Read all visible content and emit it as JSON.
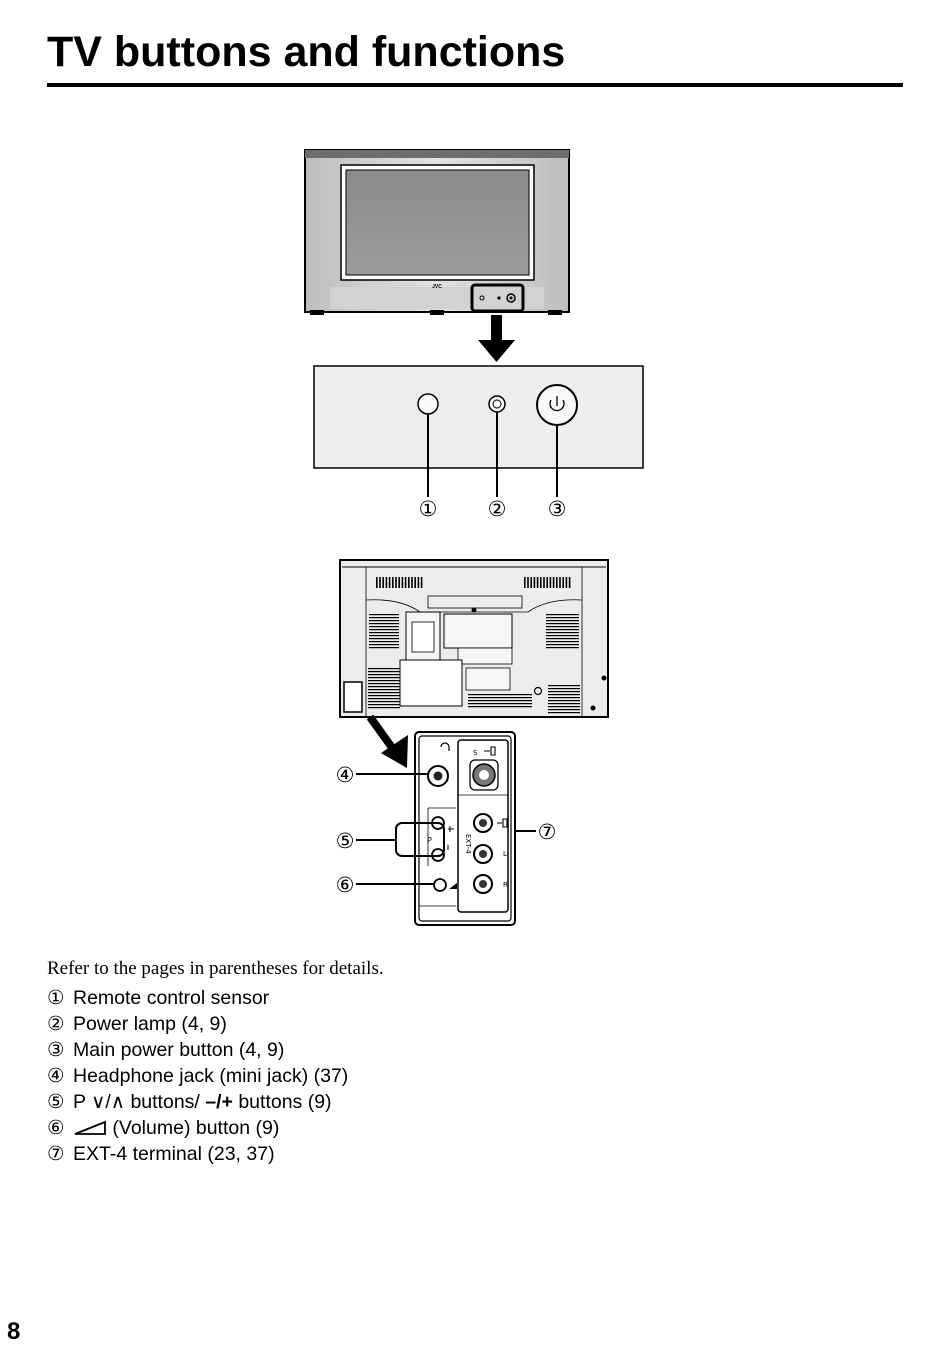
{
  "page": {
    "title": "TV buttons and functions",
    "page_number": "8"
  },
  "figure": {
    "brand_logo": "JVC",
    "callouts": [
      "①",
      "②",
      "③",
      "④",
      "⑤",
      "⑥",
      "⑦"
    ],
    "panel_labels": {
      "s_video": "S",
      "program": "P",
      "ext": "EXT-4",
      "left": "L",
      "right": "R"
    },
    "icons": [
      "headphone-icon",
      "s-video-input-icon",
      "video-input-icon",
      "power-icon",
      "volume-icon",
      "arrow-down-icon"
    ]
  },
  "legend": {
    "intro": "Refer to the pages in parentheses for details.",
    "items": [
      {
        "num": "①",
        "text": "Remote control sensor"
      },
      {
        "num": "②",
        "text": "Power lamp (4, 9)"
      },
      {
        "num": "③",
        "text": "Main power button (4, 9)"
      },
      {
        "num": "④",
        "text": "Headphone jack (mini jack) (37)"
      },
      {
        "num": "⑤",
        "text_a": "P ∨/∧ buttons/ ",
        "text_b": "–/+",
        "text_c": " buttons (9)"
      },
      {
        "num": "⑥",
        "text": " (Volume) button (9)"
      },
      {
        "num": "⑦",
        "text": "EXT-4 terminal (23, 37)"
      }
    ]
  }
}
